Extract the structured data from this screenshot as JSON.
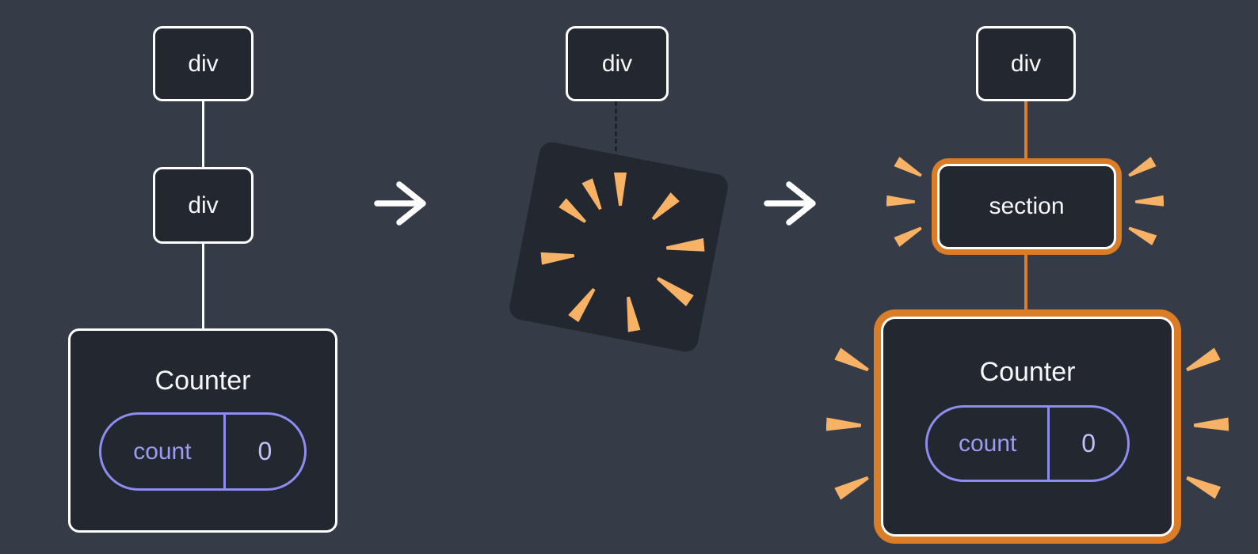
{
  "diagram": {
    "left": {
      "node_top": "div",
      "node_mid": "div",
      "counter": {
        "title": "Counter",
        "state_label": "count",
        "state_value": "0"
      }
    },
    "middle": {
      "node_top": "div"
    },
    "right": {
      "node_top": "div",
      "section_label": "section",
      "counter": {
        "title": "Counter",
        "state_label": "count",
        "state_value": "0"
      }
    }
  },
  "colors": {
    "background": "#363C47",
    "node_fill": "#23272F",
    "node_border": "#FFFFFF",
    "edge": "#FFFFFF",
    "dashed_edge": "#1E222A",
    "highlight": "#DB7D27",
    "spark": "#F8B266",
    "state_border": "#8E8CF0",
    "state_label": "#9D9BF3",
    "state_value": "#C3C2F8",
    "text": "#F6F7F9"
  }
}
